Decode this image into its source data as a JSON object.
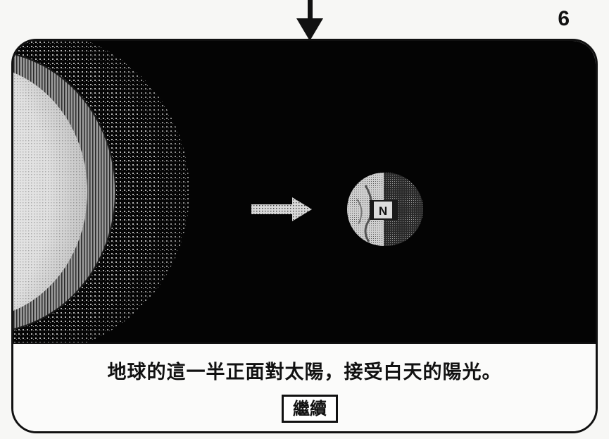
{
  "page": {
    "number": "6"
  },
  "screen": {
    "caption": "地球的這一半正面對太陽，接受白天的陽光。",
    "continue_label": "繼續",
    "earth_marker": "N"
  },
  "icons": {
    "top_arrow": "down-arrow-icon",
    "ray_arrow": "right-arrow-icon",
    "sun": "sun-icon",
    "earth": "earth-icon"
  },
  "colors": {
    "space": "#040404",
    "frame": "#111111",
    "caption_bg": "#fbfbfa"
  }
}
